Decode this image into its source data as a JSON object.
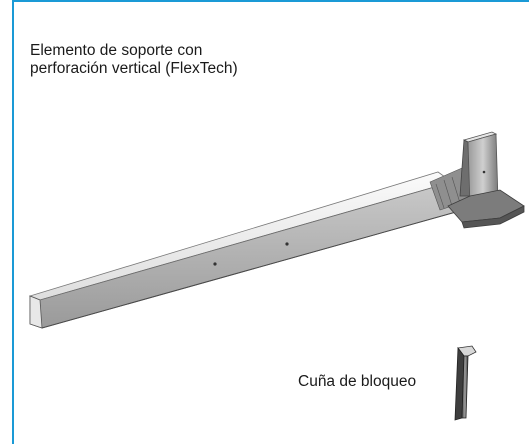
{
  "caption": {
    "line1": "Elemento de soporte con",
    "line2": "perforación vertical (FlexTech)"
  },
  "wedge": {
    "label": "Cuña de bloqueo"
  },
  "colors": {
    "frame": "#1a9ad6",
    "text": "#1a1a1a",
    "beam_light": "#f2f2f2",
    "beam_mid": "#d0d0d0",
    "beam_dark": "#8a8a8a",
    "post_dark": "#555555"
  }
}
